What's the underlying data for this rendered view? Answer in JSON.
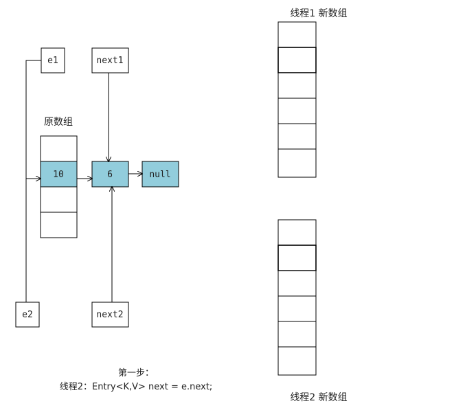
{
  "colors": {
    "highlight": "#92cddc",
    "stroke": "#000000",
    "background": "#ffffff"
  },
  "pointers": {
    "e1": "e1",
    "e2": "e2",
    "next1": "next1",
    "next2": "next2"
  },
  "original_array": {
    "title": "原数组",
    "slots": [
      "",
      "10",
      "",
      ""
    ]
  },
  "nodes": {
    "node6": "6",
    "null": "null"
  },
  "thread1_array": {
    "title": "线程1  新数组",
    "slot_count": 6
  },
  "thread2_array": {
    "title": "线程2  新数组",
    "slot_count": 6
  },
  "caption": {
    "line1": "第一步：",
    "line2": "线程2：Entry<K,V> next = e.next;"
  }
}
